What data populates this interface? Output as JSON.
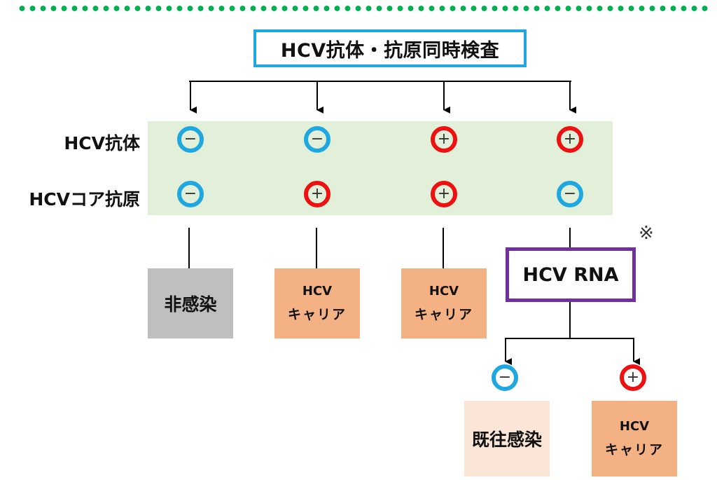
{
  "diagram": {
    "title": "HCV抗体・抗原同時検査",
    "row_labels": {
      "antibody": "HCV抗体",
      "core_antigen": "HCVコア抗原"
    },
    "columns": [
      {
        "antibody": "−",
        "antibody_status": "negative",
        "core_antigen": "−",
        "core_antigen_status": "negative",
        "result_line1": "",
        "result_line2": "非感染",
        "result_color": "#bfbfbf"
      },
      {
        "antibody": "−",
        "antibody_status": "negative",
        "core_antigen": "+",
        "core_antigen_status": "positive",
        "result_line1": "HCV",
        "result_line2": "キャリア",
        "result_color": "#f4b183"
      },
      {
        "antibody": "+",
        "antibody_status": "positive",
        "core_antigen": "+",
        "core_antigen_status": "positive",
        "result_line1": "HCV",
        "result_line2": "キャリア",
        "result_color": "#f4b183"
      },
      {
        "antibody": "+",
        "antibody_status": "positive",
        "core_antigen": "−",
        "core_antigen_status": "negative",
        "next_test": "HCV RNA"
      }
    ],
    "rna_test": {
      "label": "HCV RNA",
      "note_mark": "※",
      "outcomes": [
        {
          "sign": "−",
          "status": "negative",
          "result": "既往感染",
          "result_color": "#fbe5d6"
        },
        {
          "sign": "+",
          "status": "positive",
          "result_line1": "HCV",
          "result_line2": "キャリア",
          "result_color": "#f4b183"
        }
      ]
    },
    "colors": {
      "dotted_rule": "#00b050",
      "title_border": "#1fa8e0",
      "band": "#e2efd9",
      "negative": "#1fa8e0",
      "positive": "#ee1111",
      "rna_border": "#7030a0"
    }
  }
}
